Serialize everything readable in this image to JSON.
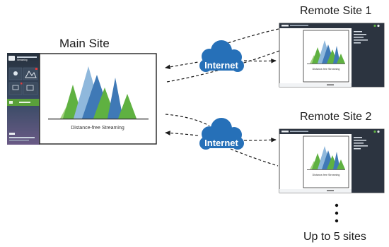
{
  "labels": {
    "main_site": "Main Site",
    "remote_site_1": "Remote Site 1",
    "remote_site_2": "Remote Site 2",
    "up_to": "Up to 5 sites",
    "internet_1": "Internet",
    "internet_2": "Internet"
  },
  "main_screen": {
    "caption": "Distance-free Streaming",
    "panel_title": "Streaming"
  },
  "remote_screen": {
    "caption": "Distance-free Streaming"
  },
  "colors": {
    "cloud": "#2670b8",
    "peak_blue": "#3f79b6",
    "peak_light_blue": "#8fb8dc",
    "peak_green": "#5fb141",
    "peak_light_green": "#a3d27e",
    "panel_dark": "#2c3440",
    "panel_green": "#5aa03a"
  }
}
